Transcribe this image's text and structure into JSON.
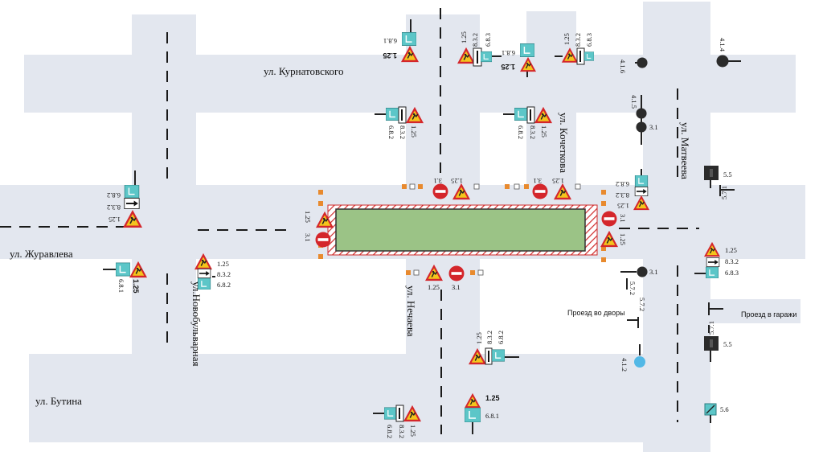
{
  "streets": {
    "kurnatovskogo": "ул. Курнатовского",
    "zhuravleva": "ул. Журавлева",
    "butina": "ул. Бутина",
    "novobulvarnaya": "ул.Новобульварная",
    "nechaeva": "ул. Нечаева",
    "kochetkova": "ул. Кочеткова",
    "matveeva": "ул. Матвеева"
  },
  "notes": {
    "yards": "Проезд во дворы",
    "garages": "Проезд в гаражи"
  },
  "codes": {
    "c1_25": "1.25",
    "c3_1": "3.1",
    "c8_3_2": "8.3.2",
    "c6_8_1": "6.8.1",
    "c6_8_2": "6.8.2",
    "c6_8_3": "6.8.3",
    "c4_1_2": "4.1.2",
    "c4_1_4": "4.1.4",
    "c4_1_5": "4.1.5",
    "c4_1_6": "4.1.6",
    "c5_5": "5.5",
    "c5_6": "5.6",
    "c5_7_1": "5.7.1",
    "c5_7_2": "5.7.2"
  },
  "colors": {
    "road": "#e3e7ef",
    "worksite_fill": "#9bc386",
    "worksite_border": "#cf2a2a",
    "sign_red": "#d4262b",
    "sign_yellow": "#f4c51c",
    "sign_cyan": "#5cc6c8",
    "barrier_orange": "#e88a2e",
    "dark_sign": "#2b2b2b",
    "info_blue": "#52b8e6"
  }
}
